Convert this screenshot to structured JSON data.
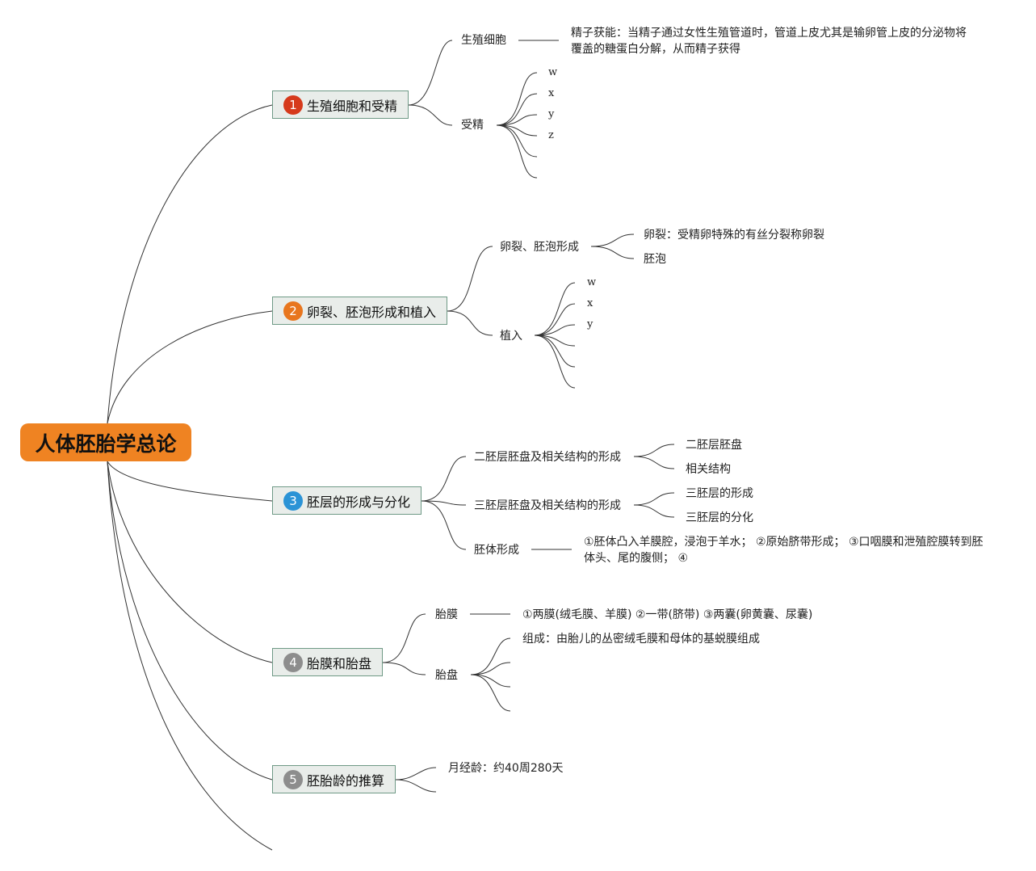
{
  "root": {
    "label": "人体胚胎学总论"
  },
  "colors": {
    "root": "#ef8322",
    "badge1": "#d63a1c",
    "badge2": "#e8761e",
    "badge3": "#2b93d6",
    "badge4": "#8d8d8d",
    "badge5": "#8d8d8d"
  },
  "topics": [
    {
      "number": "1",
      "label": "生殖细胞和受精",
      "subs": [
        {
          "label": "生殖细胞",
          "note": "精子获能：当精子通过女性生殖管道时，管道上皮尤其是输卵管上皮的分泌物将覆盖的糖蛋白分解，从而精子获得"
        },
        {
          "label": "受精",
          "children": [
            "w",
            "x",
            "y",
            "z",
            "",
            ""
          ]
        }
      ]
    },
    {
      "number": "2",
      "label": "卵裂、胚泡形成和植入",
      "subs": [
        {
          "label": "卵裂、胚泡形成",
          "children": [
            "卵裂：受精卵特殊的有丝分裂称卵裂",
            "胚泡"
          ]
        },
        {
          "label": "植入",
          "children": [
            "w",
            "x",
            "y",
            "",
            "",
            ""
          ]
        }
      ]
    },
    {
      "number": "3",
      "label": "胚层的形成与分化",
      "subs": [
        {
          "label": "二胚层胚盘及相关结构的形成",
          "children": [
            "二胚层胚盘",
            "相关结构"
          ]
        },
        {
          "label": "三胚层胚盘及相关结构的形成",
          "children": [
            "三胚层的形成",
            "三胚层的分化"
          ]
        },
        {
          "label": "胚体形成",
          "note": "①胚体凸入羊膜腔，浸泡于羊水； ②原始脐带形成； ③口咽膜和泄殖腔膜转到胚体头、尾的腹侧； ④"
        }
      ]
    },
    {
      "number": "4",
      "label": "胎膜和胎盘",
      "subs": [
        {
          "label": "胎膜",
          "note": "①两膜(绒毛膜、羊膜) ②一带(脐带) ③两囊(卵黄囊、尿囊)"
        },
        {
          "label": "胎盘",
          "children": [
            "组成：由胎儿的丛密绒毛膜和母体的基蜕膜组成",
            "",
            "",
            ""
          ]
        }
      ]
    },
    {
      "number": "5",
      "label": "胚胎龄的推算",
      "subs": [
        {
          "label": "月经龄：约40周280天"
        },
        {
          "label": ""
        }
      ]
    }
  ]
}
